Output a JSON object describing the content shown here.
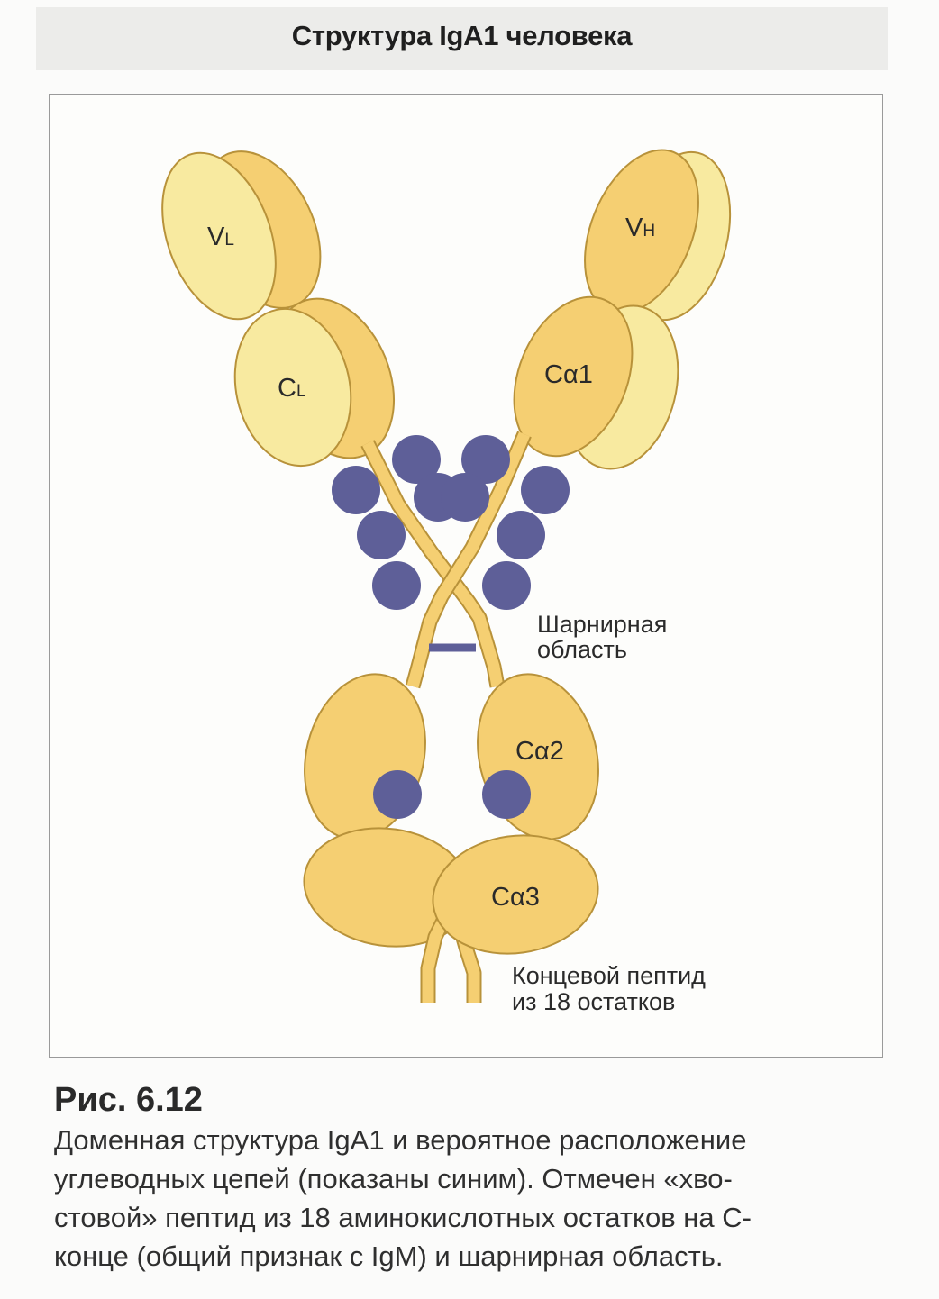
{
  "header": {
    "title": "Структура IgA1 человека"
  },
  "diagram": {
    "colors": {
      "light_domain": "#f8eaa0",
      "dark_domain": "#f5cf72",
      "outline": "#b8923a",
      "carbohydrate": "#5e5f98"
    },
    "domain_labels": {
      "vl": {
        "main": "V",
        "sub": "L"
      },
      "vh": {
        "main": "V",
        "sub": "H"
      },
      "cl": {
        "main": "C",
        "sub": "L"
      },
      "ca1": "Cα1",
      "ca2": "Cα2",
      "ca3": "Cα3"
    },
    "hinge_label": [
      "Шарнирная",
      "область"
    ],
    "tail_label": [
      "Концевой пептид",
      "из 18 остатков"
    ]
  },
  "figure": {
    "number": "Рис. 6.12",
    "caption_lines": [
      "Доменная структура IgA1 и вероятное расположение",
      "углеводных цепей (показаны синим). Отмечен «хво-",
      "стовой» пептид из 18 аминокислотных остатков на С-",
      "конце (общий признак с IgM) и шарнирная область."
    ]
  }
}
